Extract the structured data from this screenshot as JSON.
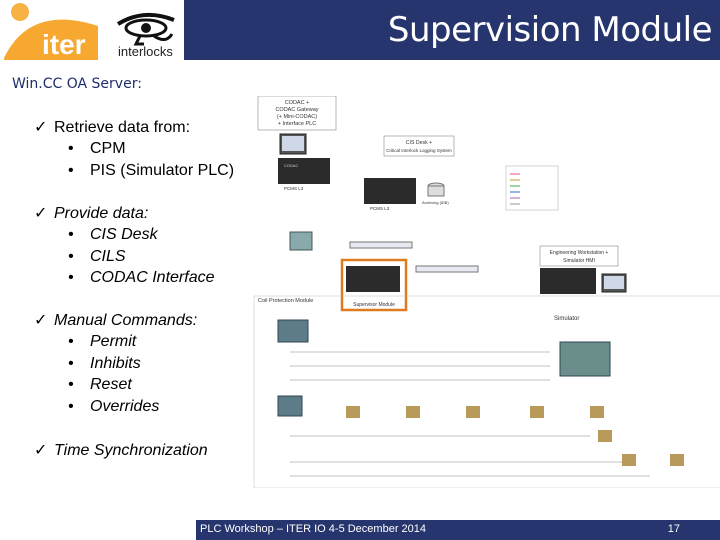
{
  "header": {
    "title": "Supervision Module",
    "logo_iter": "iter",
    "logo_interlocks": "interlocks"
  },
  "subtitle": "Win.CC OA Server:",
  "sections": [
    {
      "heading": "Retrieve data from:",
      "items": [
        "CPM",
        "PIS (Simulator PLC)"
      ]
    },
    {
      "heading": "Provide data:",
      "items": [
        "CIS Desk",
        "CILS",
        "CODAC Interface"
      ]
    },
    {
      "heading": "Manual Commands:",
      "items": [
        "Permit",
        "Inhibits",
        "Reset",
        "Overrides"
      ]
    },
    {
      "heading": "Time Synchronization",
      "items": []
    }
  ],
  "diagram": {
    "codac_box": "CODAC + CODAC Gateway (+ Mini-CODAC) + Interface PLC",
    "cis_desk": "CIS Desk + Critical Interlock Logging System",
    "eng_ws": "Engineering Workstation + Simulator HMI",
    "supervisor_label": "Supervisor Module",
    "coil_protection": "Coil Protection Module",
    "simulator": "Simulator"
  },
  "footer": {
    "text": "PLC Workshop – ITER IO 4-5 December 2014",
    "page": "17"
  }
}
